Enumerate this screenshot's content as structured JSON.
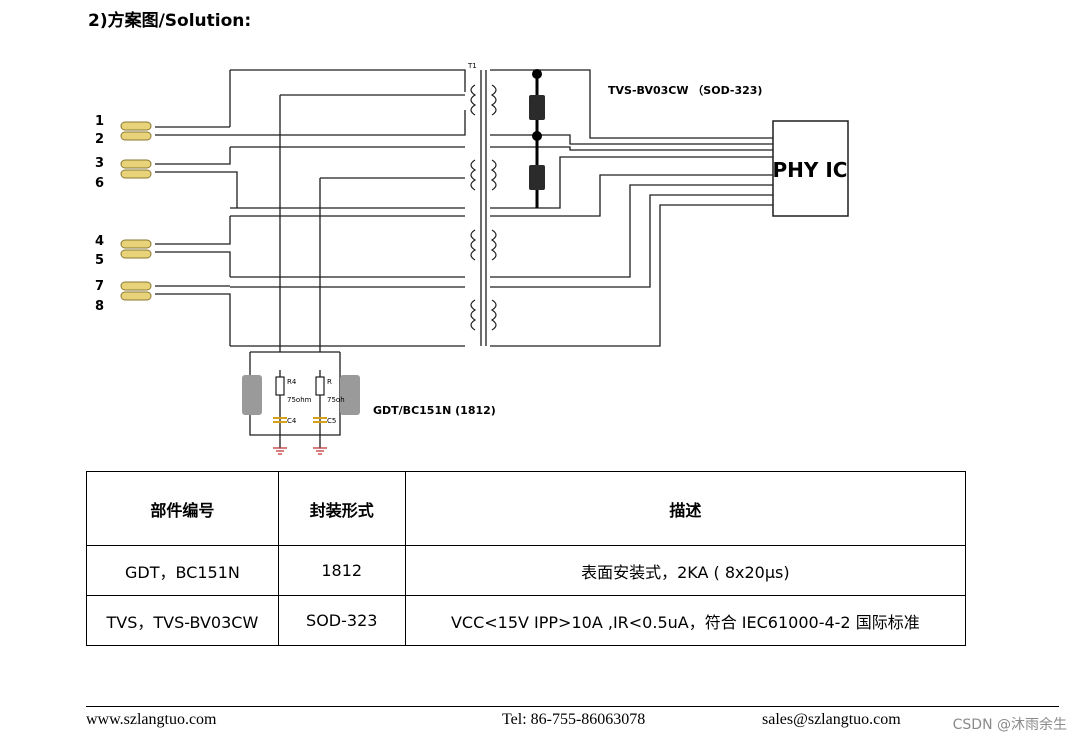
{
  "heading": "2)方案图/Solution:",
  "schematic": {
    "transformer_label": "T1",
    "tvs_label": "TVS-BV03CW （SOD-323)",
    "phy_label": "PHY IC",
    "gdt_label": "GDT/BC151N (1812)",
    "pins": [
      "1",
      "2",
      "3",
      "6",
      "4",
      "5",
      "7",
      "8"
    ],
    "r_labels": [
      "R4",
      "R"
    ],
    "r_values": [
      "75ohm",
      "75oh"
    ],
    "c_labels": [
      "C4",
      "C5"
    ]
  },
  "table": {
    "headers": [
      "部件编号",
      "封装形式",
      "描述"
    ],
    "rows": [
      [
        "GDT，BC151N",
        "1812",
        "表面安装式，2KA ( 8x20μs)"
      ],
      [
        "TVS，TVS-BV03CW",
        "SOD-323",
        "VCC<15V   IPP>10A ,IR<0.5uA，符合 IEC61000-4-2 国际标准"
      ]
    ]
  },
  "footer": {
    "website": "www.szlangtuo.com",
    "tel": "Tel: 86-755-86063078",
    "email": "sales@szlangtuo.com"
  },
  "watermark": "CSDN @沐雨余生"
}
